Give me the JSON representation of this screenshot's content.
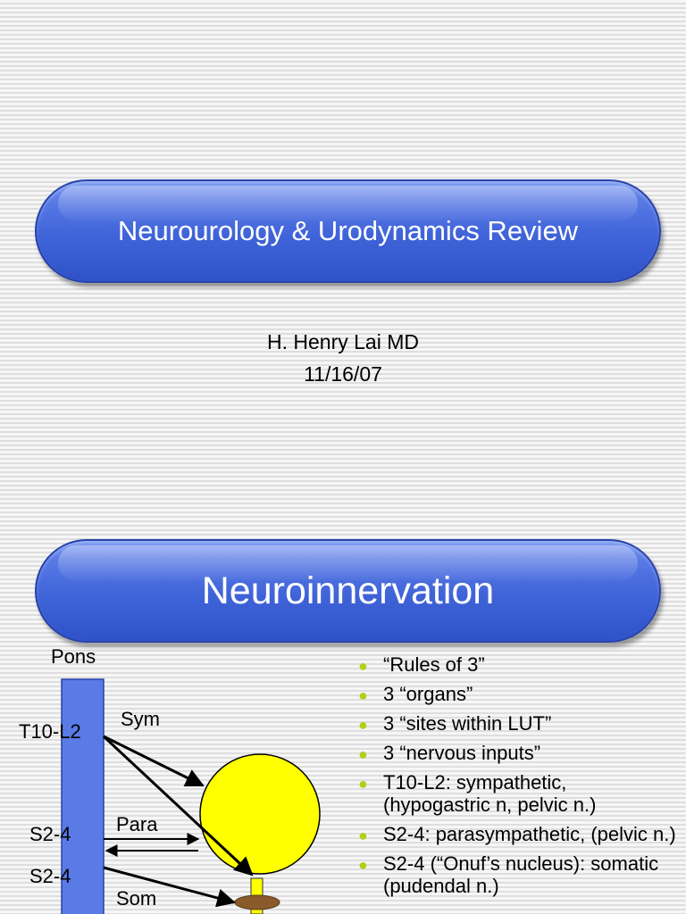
{
  "slide1": {
    "title": "Neurourology & Urodynamics Review",
    "author": "H. Henry Lai MD",
    "date": "11/16/07"
  },
  "slide2": {
    "title": "Neuroinnervation",
    "diagram": {
      "labels": {
        "pons": "Pons",
        "t10_l2": "T10-L2",
        "sym": "Sym",
        "s2_4_para": "S2-4",
        "para": "Para",
        "s2_4_som": "S2-4",
        "som": "Som"
      },
      "colors": {
        "spinal_cord": "#5a7be6",
        "bladder": "#ffff00",
        "sphincter": "#8b5a2b"
      }
    },
    "bullet_icon": "bullet-dot-icon",
    "bullet_color": "#b0d017",
    "bullets": [
      "“Rules of 3”",
      "3 “organs”",
      "3 “sites within LUT”",
      "3 “nervous inputs”",
      "T10-L2: sympathetic, (hypogastric n, pelvic n.)",
      "S2-4: parasympathetic, (pelvic n.)",
      "S2-4 (“Onuf’s nucleus): somatic (pudendal n.)"
    ]
  }
}
